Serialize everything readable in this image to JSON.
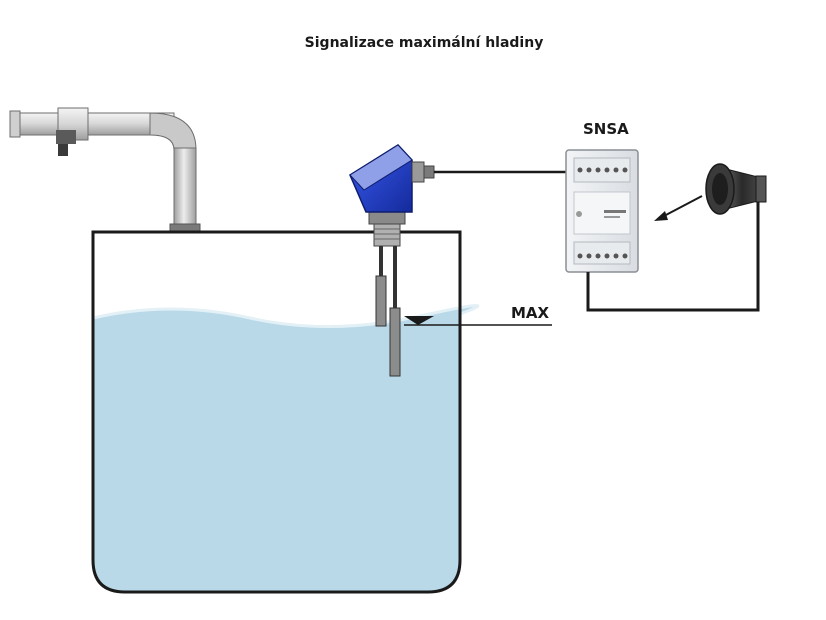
{
  "diagram": {
    "title": "Signalizace maximální hladiny",
    "device_label": "SNSA",
    "level_label": "MAX"
  },
  "colors": {
    "water": "#b9d9e9",
    "water_surface": "#cfe6f1",
    "sensor_head": "#1f3ec9",
    "wire": "#1a1a1a",
    "pipe": "#dcdcdc",
    "tank_outline": "#1a1a1a"
  },
  "icons": [
    "faucet-icon",
    "level-probe-icon",
    "relay-module-icon",
    "siren-horn-icon"
  ]
}
